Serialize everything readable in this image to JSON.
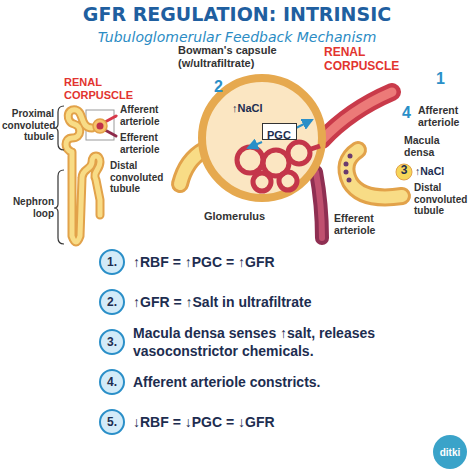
{
  "diagram": {
    "title": "GFR REGULATION: INTRINSIC",
    "nodes": [
      {
        "text": [
          "PGC"
        ]
      },
      {
        "text": [
          "1.",
          "↑RBF = ↑PGC = ↑GFR"
        ]
      },
      {
        "text": [
          "2.",
          "↑GFR = ↑Salt in ultrafiltrate"
        ]
      },
      {
        "text": [
          "3.",
          "Macula densa senses ↑salt, releases vasoconstrictor chemicals."
        ]
      },
      {
        "text": [
          "4.",
          "Afferent arteriole constricts."
        ]
      },
      {
        "text": [
          "5.",
          "↓RBF = ↓PGC = ↓GFR"
        ]
      },
      {
        "text": [
          "ditki"
        ]
      }
    ],
    "labels": [
      "Tubuloglomerular Feedback Mechanism",
      "RENAL CORPUSCLE",
      "Proximal convoluted tubule",
      "Afferent arteriole",
      "Efferent arteriole",
      "Nephron loop",
      "Distal convoluted tubule",
      "Bowman's capsule (w/ultrafiltrate)",
      "RENAL CORPUSCLE",
      "1",
      "2",
      "↑NaCl",
      "4",
      "Afferent arteriole",
      "Macula densa",
      "3",
      "↑NaCl",
      "Distal convoluted tubule",
      "Glomerulus",
      "Efferent arteriole"
    ]
  }
}
